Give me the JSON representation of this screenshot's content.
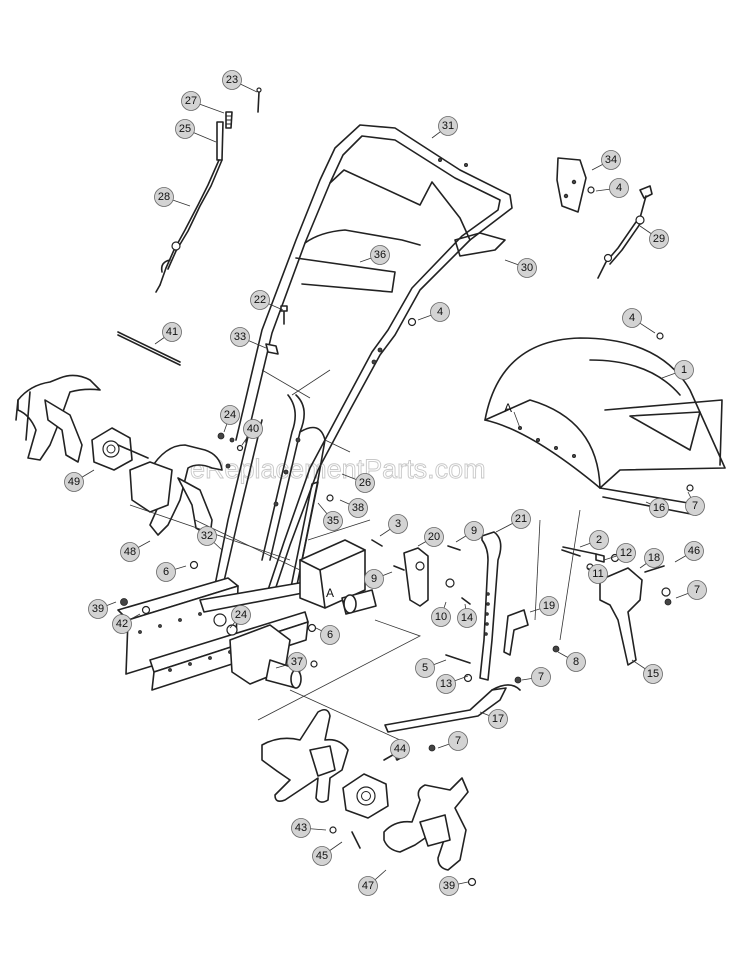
{
  "watermark": "eReplacementParts.com",
  "letters": [
    "A",
    "A"
  ],
  "callouts": [
    "23",
    "27",
    "25",
    "28",
    "31",
    "34",
    "4",
    "29",
    "36",
    "30",
    "22",
    "4",
    "33",
    "41",
    "4",
    "1",
    "24",
    "40",
    "49",
    "26",
    "35",
    "38",
    "48",
    "32",
    "3",
    "20",
    "9",
    "21",
    "2",
    "12",
    "18",
    "46",
    "6",
    "9",
    "10",
    "14",
    "19",
    "11",
    "7",
    "16",
    "7",
    "39",
    "42",
    "24",
    "6",
    "37",
    "5",
    "13",
    "8",
    "15",
    "7",
    "17",
    "7",
    "44",
    "43",
    "45",
    "47",
    "39"
  ]
}
